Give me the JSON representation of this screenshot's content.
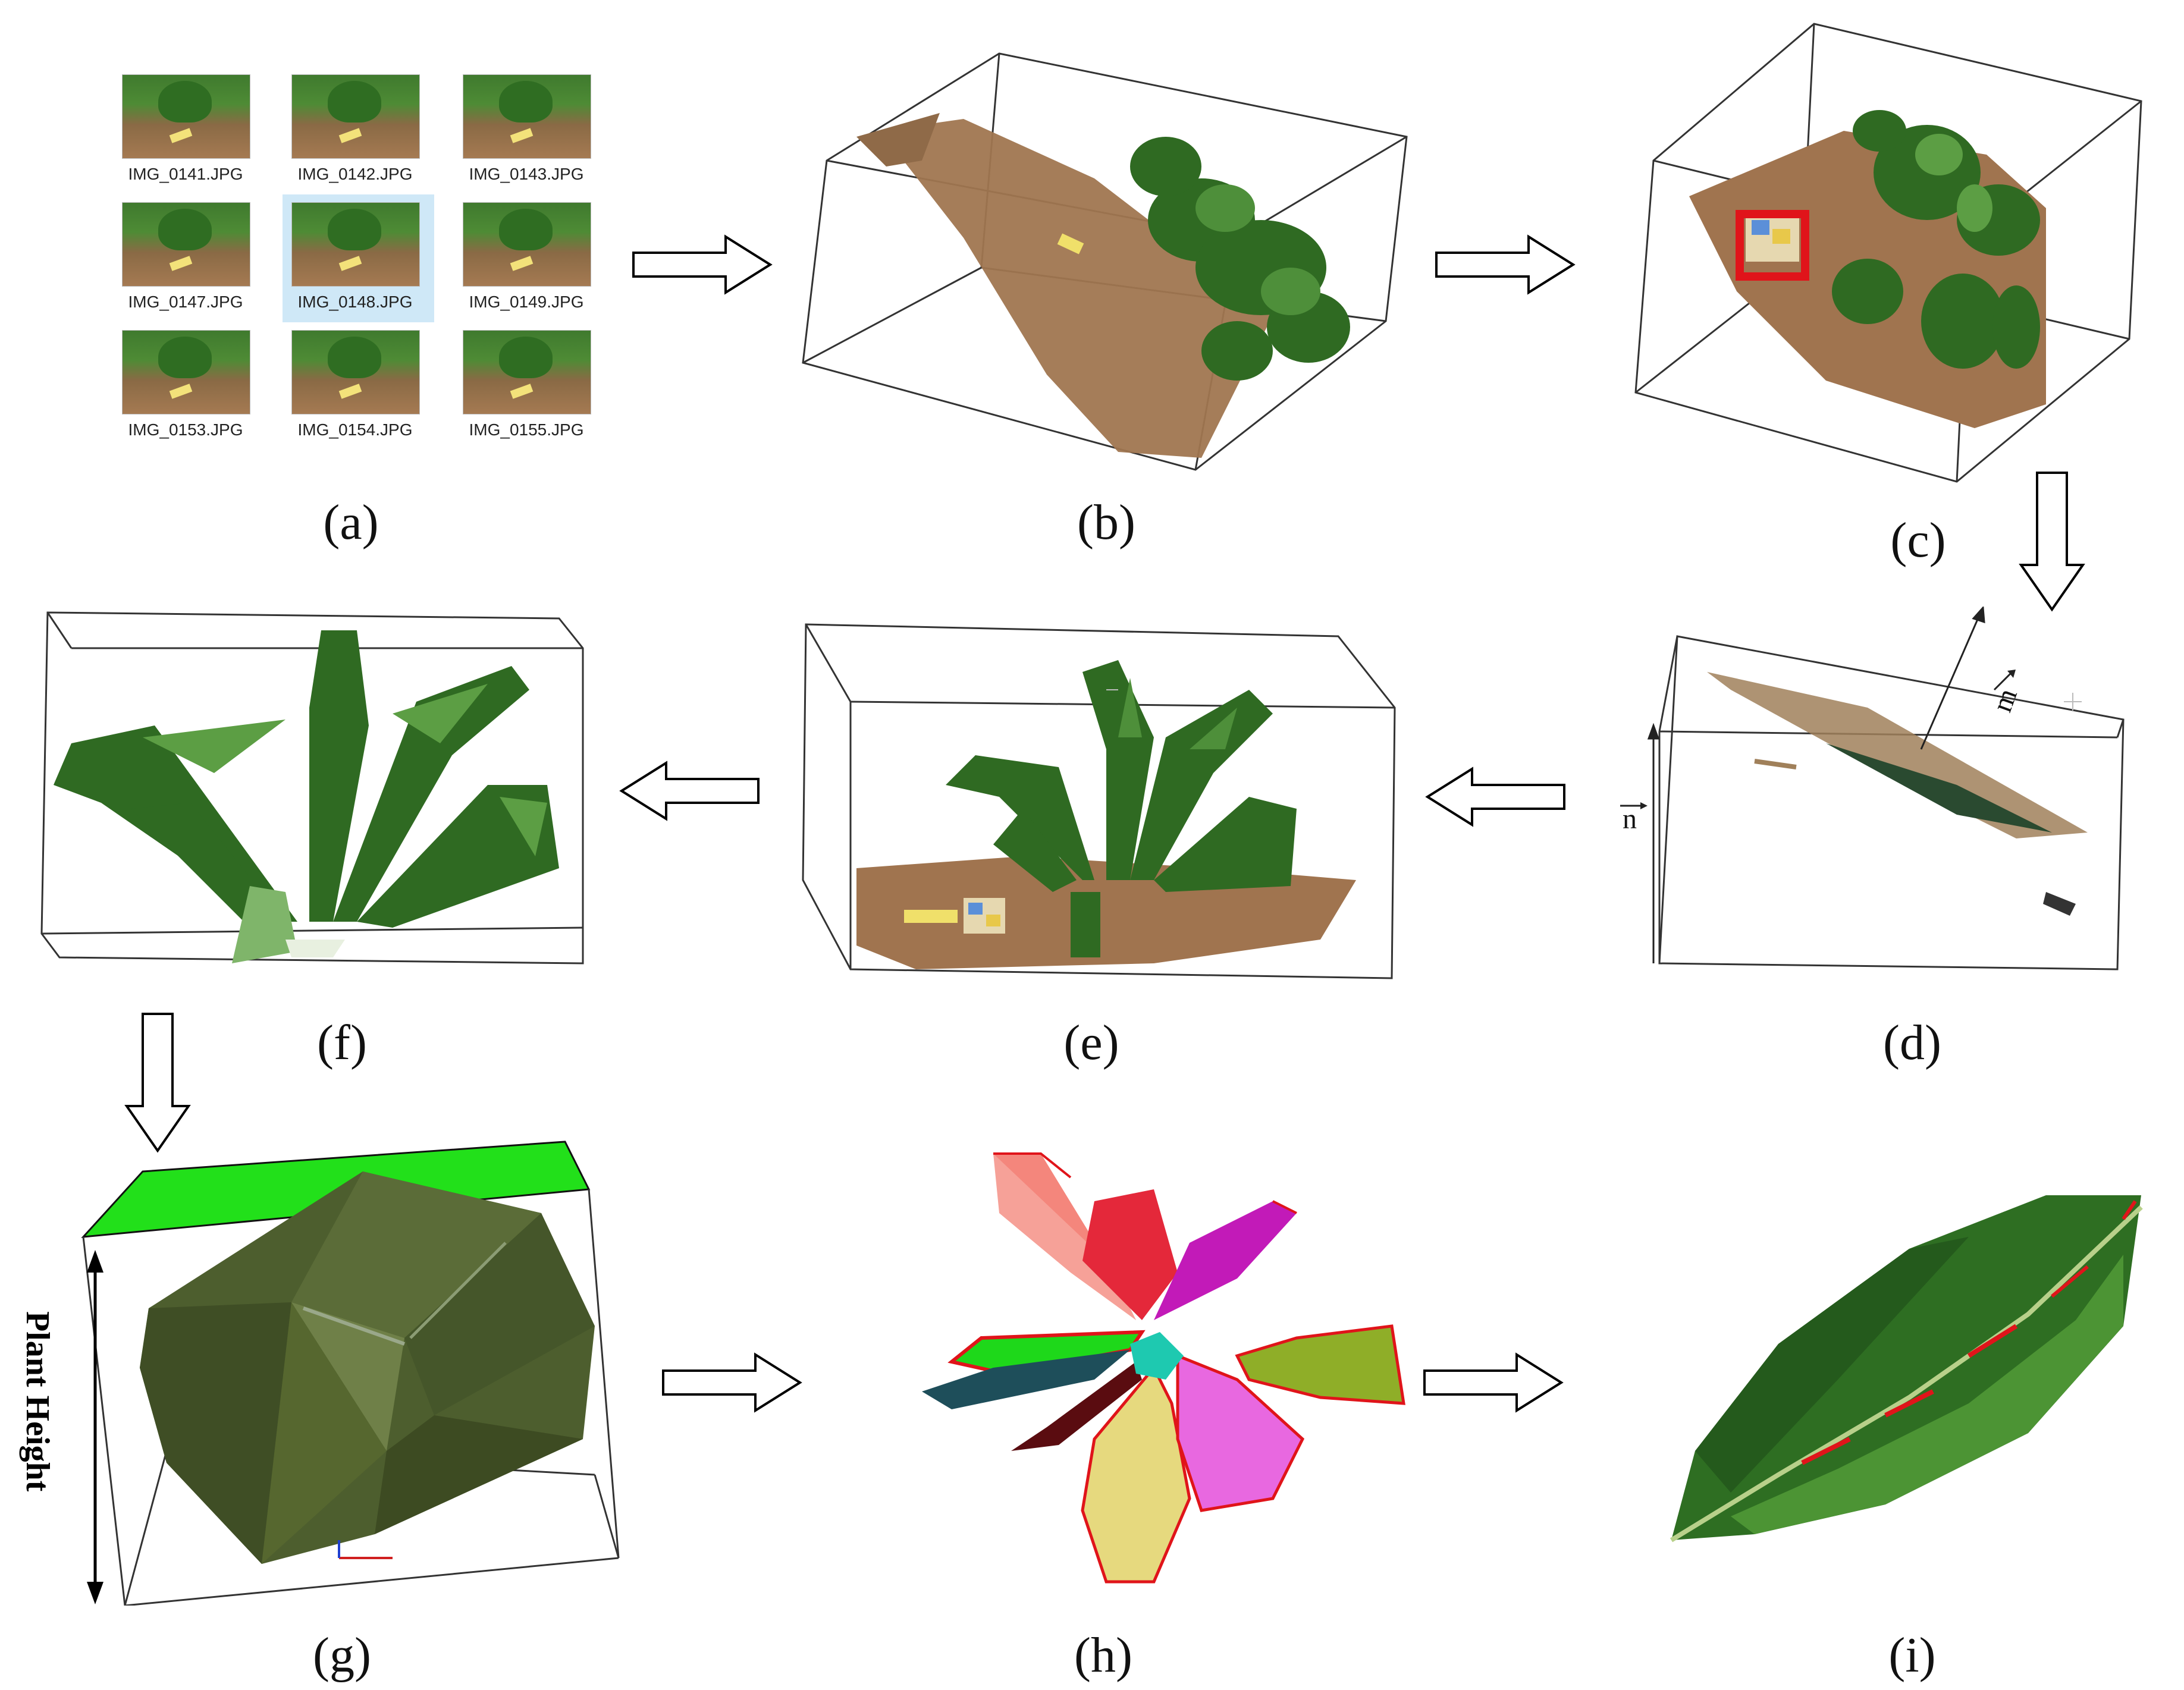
{
  "thumbnails": [
    "IMG_0141.JPG",
    "IMG_0142.JPG",
    "IMG_0143.JPG",
    "IMG_0147.JPG",
    "IMG_0148.JPG",
    "IMG_0149.JPG",
    "IMG_0153.JPG",
    "IMG_0154.JPG",
    "IMG_0155.JPG"
  ],
  "labels": {
    "a": "(a)",
    "b": "(b)",
    "c": "(c)",
    "d": "(d)",
    "e": "(e)",
    "f": "(f)",
    "g": "(g)",
    "h": "(h)",
    "i": "(i)"
  },
  "panel_d": {
    "vec_m": "m",
    "vec_n": "n"
  },
  "panel_g": {
    "height_label": "Plant Height"
  },
  "colors": {
    "soil": "#a0744f",
    "leaf_dark": "#2f6a22",
    "leaf_mid": "#4e8f3a",
    "hull": "#4d5e2e",
    "plane_green": "#22e01a",
    "highlight_red": "#e0141a"
  }
}
